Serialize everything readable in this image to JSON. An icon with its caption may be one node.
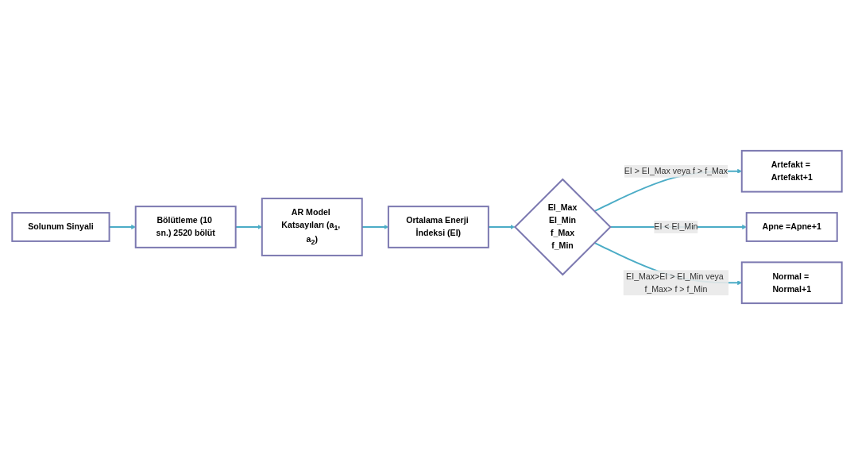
{
  "diagram": {
    "nodes": [
      {
        "text": [
          "Solunum Sinyali"
        ]
      },
      {
        "text": [
          "Bölütleme (10 sn.) 2520 bölüt"
        ]
      },
      {
        "text": [
          "AR Model Katsayıları (a$_{1}$, a$_{2}$)"
        ]
      },
      {
        "text": [
          "Ortalama Enerji İndeksi (EI)"
        ]
      },
      {
        "text": [
          "EI_Max",
          "EI_Min",
          "f_Max",
          "f_Min"
        ]
      },
      {
        "text": [
          "Artefakt = Artefakt+1"
        ]
      },
      {
        "text": [
          "Apne =Apne+1"
        ]
      },
      {
        "text": [
          "Normal = Normal+1"
        ]
      }
    ],
    "edges": [
      {
        "from": 0,
        "to": 1,
        "arrow": "to"
      },
      {
        "from": 1,
        "to": 2,
        "arrow": "to"
      },
      {
        "from": 2,
        "to": 3,
        "arrow": "to"
      },
      {
        "from": 3,
        "to": 4,
        "arrow": "to"
      },
      {
        "from": 4,
        "to": 5,
        "label": "EI > EI_Max veya f > f_Max",
        "arrow": "to"
      },
      {
        "from": 4,
        "to": 6,
        "label": "EI < EI_Min",
        "arrow": "to"
      },
      {
        "from": 4,
        "to": 7,
        "label": "EI_Max>EI > EI_Min veya f_Max> f > f_Min",
        "arrow": "to"
      }
    ]
  }
}
